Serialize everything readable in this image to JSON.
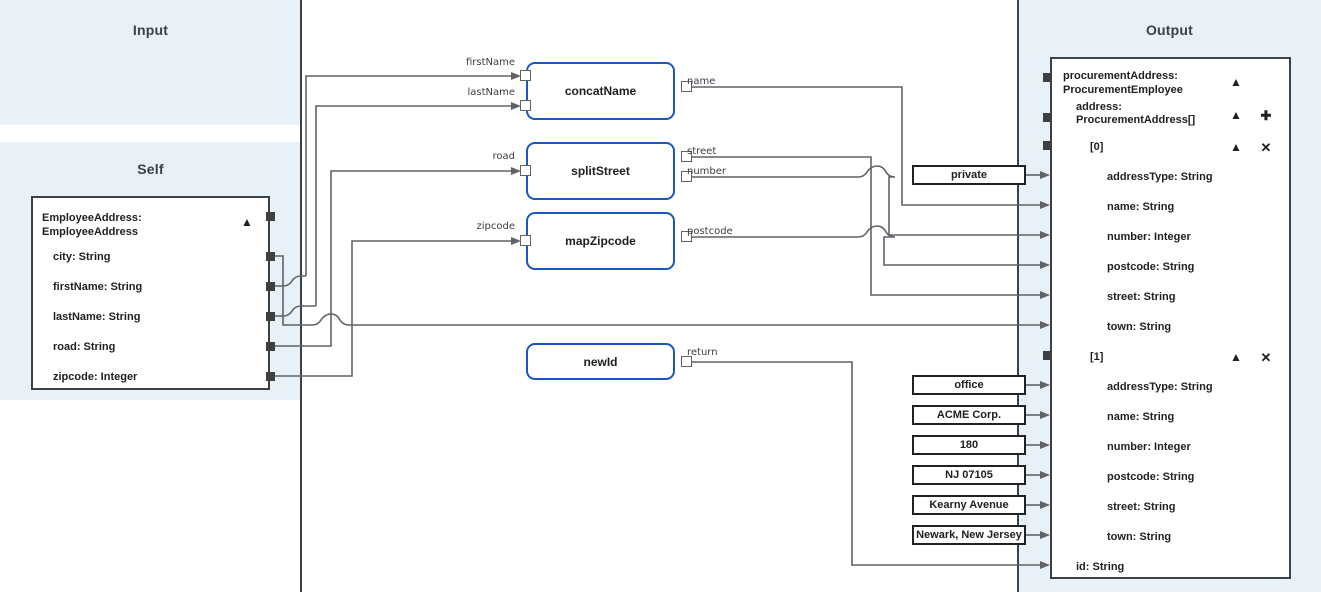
{
  "panels": {
    "input": {
      "title": "Input"
    },
    "self": {
      "title": "Self"
    },
    "output": {
      "title": "Output"
    }
  },
  "colors": {
    "panel_bg": "#e8f1f8",
    "node_border": "#3c4043",
    "function_border": "#1a56c4",
    "wire": "#7b7f83",
    "text": "#202124"
  },
  "self_node": {
    "header": "EmployeeAddress:\nEmployeeAddress",
    "collapse_icon": "chevron-up",
    "fields": [
      {
        "label": "city: String"
      },
      {
        "label": "firstName: String"
      },
      {
        "label": "lastName: String"
      },
      {
        "label": "road: String"
      },
      {
        "label": "zipcode: Integer"
      }
    ]
  },
  "output_node": {
    "rows": [
      {
        "label": "procurementAddress:\nProcurementEmployee",
        "indent": 0,
        "controls": [
          "chevron-up"
        ]
      },
      {
        "label": "address:\nProcurementAddress[]",
        "indent": 1,
        "controls": [
          "chevron-up",
          "plus"
        ]
      },
      {
        "label": "[0]",
        "indent": 2,
        "controls": [
          "chevron-up",
          "close"
        ]
      },
      {
        "label": "addressType: String",
        "indent": 3,
        "controls": []
      },
      {
        "label": "name: String",
        "indent": 3,
        "controls": []
      },
      {
        "label": "number: Integer",
        "indent": 3,
        "controls": []
      },
      {
        "label": "postcode: String",
        "indent": 3,
        "controls": []
      },
      {
        "label": "street: String",
        "indent": 3,
        "controls": []
      },
      {
        "label": "town: String",
        "indent": 3,
        "controls": []
      },
      {
        "label": "[1]",
        "indent": 2,
        "controls": [
          "chevron-up",
          "close"
        ]
      },
      {
        "label": "addressType: String",
        "indent": 3,
        "controls": []
      },
      {
        "label": "name: String",
        "indent": 3,
        "controls": []
      },
      {
        "label": "number: Integer",
        "indent": 3,
        "controls": []
      },
      {
        "label": "postcode: String",
        "indent": 3,
        "controls": []
      },
      {
        "label": "street: String",
        "indent": 3,
        "controls": []
      },
      {
        "label": "town: String",
        "indent": 3,
        "controls": []
      },
      {
        "label": "id: String",
        "indent": 1,
        "controls": []
      }
    ]
  },
  "functions": [
    {
      "name": "concatName",
      "inputs": [
        "firstName",
        "lastName"
      ],
      "outputs": [
        "name"
      ]
    },
    {
      "name": "splitStreet",
      "inputs": [
        "road"
      ],
      "outputs": [
        "street",
        "number"
      ]
    },
    {
      "name": "mapZipcode",
      "inputs": [
        "zipcode"
      ],
      "outputs": [
        "postcode"
      ]
    },
    {
      "name": "newId",
      "inputs": [],
      "outputs": [
        "return"
      ]
    }
  ],
  "constants": [
    {
      "value": "private"
    },
    {
      "value": "office"
    },
    {
      "value": "ACME Corp."
    },
    {
      "value": "180"
    },
    {
      "value": "NJ 07105"
    },
    {
      "value": "Kearny Avenue"
    },
    {
      "value": "Newark, New Jersey"
    }
  ],
  "icons": {
    "chevron_up": "⌃",
    "plus": "✚",
    "close": "✕"
  }
}
